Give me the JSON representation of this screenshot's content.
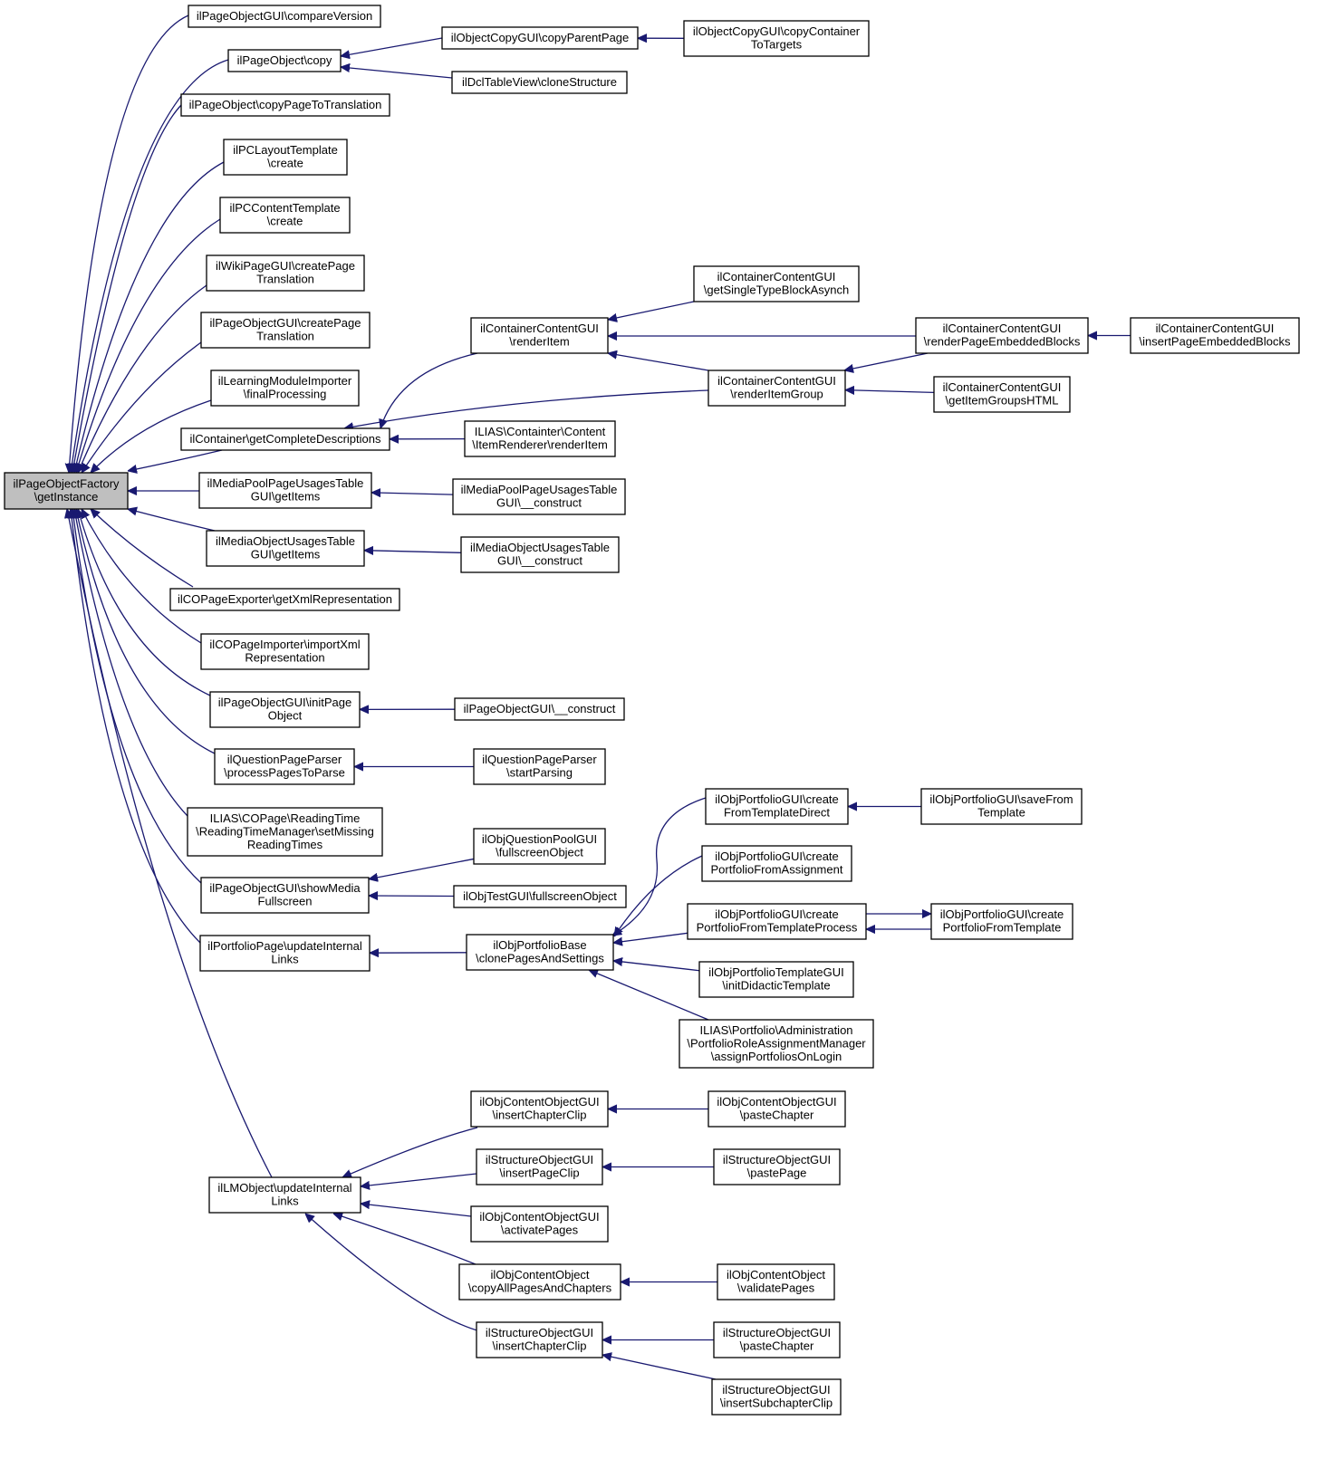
{
  "graph": {
    "nodes": [
      {
        "id": "root",
        "lines": [
          "ilPageObjectFactory",
          "\\getInstance"
        ],
        "highlight": true
      },
      {
        "id": "n1",
        "lines": [
          "ilPageObjectGUI\\compareVersion"
        ]
      },
      {
        "id": "n2",
        "lines": [
          "ilPageObject\\copy"
        ]
      },
      {
        "id": "n3",
        "lines": [
          "ilObjectCopyGUI\\copyParentPage"
        ]
      },
      {
        "id": "n4",
        "lines": [
          "ilObjectCopyGUI\\copyContainer",
          "ToTargets"
        ]
      },
      {
        "id": "n5",
        "lines": [
          "ilDclTableView\\cloneStructure"
        ]
      },
      {
        "id": "n6",
        "lines": [
          "ilPageObject\\copyPageToTranslation"
        ]
      },
      {
        "id": "n7",
        "lines": [
          "ilPCLayoutTemplate",
          "\\create"
        ]
      },
      {
        "id": "n8",
        "lines": [
          "ilPCContentTemplate",
          "\\create"
        ]
      },
      {
        "id": "n9",
        "lines": [
          "ilWikiPageGUI\\createPage",
          "Translation"
        ]
      },
      {
        "id": "n10",
        "lines": [
          "ilPageObjectGUI\\createPage",
          "Translation"
        ]
      },
      {
        "id": "n11",
        "lines": [
          "ilLearningModuleImporter",
          "\\finalProcessing"
        ]
      },
      {
        "id": "n12",
        "lines": [
          "ilContainer\\getCompleteDescriptions"
        ]
      },
      {
        "id": "n13",
        "lines": [
          "ilContainerContentGUI",
          "\\renderItem"
        ]
      },
      {
        "id": "n14",
        "lines": [
          "ilContainerContentGUI",
          "\\getSingleTypeBlockAsynch"
        ]
      },
      {
        "id": "n15",
        "lines": [
          "ilContainerContentGUI",
          "\\renderPageEmbeddedBlocks"
        ]
      },
      {
        "id": "n16",
        "lines": [
          "ilContainerContentGUI",
          "\\insertPageEmbeddedBlocks"
        ]
      },
      {
        "id": "n17",
        "lines": [
          "ilContainerContentGUI",
          "\\renderItemGroup"
        ]
      },
      {
        "id": "n18",
        "lines": [
          "ilContainerContentGUI",
          "\\getItemGroupsHTML"
        ]
      },
      {
        "id": "n19",
        "lines": [
          "ILIAS\\Containter\\Content",
          "\\ItemRenderer\\renderItem"
        ]
      },
      {
        "id": "n20",
        "lines": [
          "ilMediaPoolPageUsagesTable",
          "GUI\\getItems"
        ]
      },
      {
        "id": "n21",
        "lines": [
          "ilMediaPoolPageUsagesTable",
          "GUI\\__construct"
        ]
      },
      {
        "id": "n22",
        "lines": [
          "ilMediaObjectUsagesTable",
          "GUI\\getItems"
        ]
      },
      {
        "id": "n23",
        "lines": [
          "ilMediaObjectUsagesTable",
          "GUI\\__construct"
        ]
      },
      {
        "id": "n24",
        "lines": [
          "ilCOPageExporter\\getXmlRepresentation"
        ]
      },
      {
        "id": "n25",
        "lines": [
          "ilCOPageImporter\\importXml",
          "Representation"
        ]
      },
      {
        "id": "n26",
        "lines": [
          "ilPageObjectGUI\\initPage",
          "Object"
        ]
      },
      {
        "id": "n27",
        "lines": [
          "ilPageObjectGUI\\__construct"
        ]
      },
      {
        "id": "n28",
        "lines": [
          "ilQuestionPageParser",
          "\\processPagesToParse"
        ]
      },
      {
        "id": "n29",
        "lines": [
          "ilQuestionPageParser",
          "\\startParsing"
        ]
      },
      {
        "id": "n30",
        "lines": [
          "ILIAS\\COPage\\ReadingTime",
          "\\ReadingTimeManager\\setMissing",
          "ReadingTimes"
        ]
      },
      {
        "id": "n31",
        "lines": [
          "ilPageObjectGUI\\showMedia",
          "Fullscreen"
        ]
      },
      {
        "id": "n32",
        "lines": [
          "ilObjQuestionPoolGUI",
          "\\fullscreenObject"
        ]
      },
      {
        "id": "n33",
        "lines": [
          "ilObjTestGUI\\fullscreenObject"
        ]
      },
      {
        "id": "n34",
        "lines": [
          "ilPortfolioPage\\updateInternal",
          "Links"
        ]
      },
      {
        "id": "n35",
        "lines": [
          "ilObjPortfolioBase",
          "\\clonePagesAndSettings"
        ]
      },
      {
        "id": "n36",
        "lines": [
          "ilObjPortfolioGUI\\create",
          "FromTemplateDirect"
        ]
      },
      {
        "id": "n37",
        "lines": [
          "ilObjPortfolioGUI\\saveFrom",
          "Template"
        ]
      },
      {
        "id": "n38",
        "lines": [
          "ilObjPortfolioGUI\\create",
          "PortfolioFromAssignment"
        ]
      },
      {
        "id": "n39",
        "lines": [
          "ilObjPortfolioGUI\\create",
          "PortfolioFromTemplateProcess"
        ]
      },
      {
        "id": "n40",
        "lines": [
          "ilObjPortfolioGUI\\create",
          "PortfolioFromTemplate"
        ]
      },
      {
        "id": "n41",
        "lines": [
          "ilObjPortfolioTemplateGUI",
          "\\initDidacticTemplate"
        ]
      },
      {
        "id": "n42",
        "lines": [
          "ILIAS\\Portfolio\\Administration",
          "\\PortfolioRoleAssignmentManager",
          "\\assignPortfoliosOnLogin"
        ]
      },
      {
        "id": "n43",
        "lines": [
          "ilLMObject\\updateInternal",
          "Links"
        ]
      },
      {
        "id": "n44",
        "lines": [
          "ilObjContentObjectGUI",
          "\\insertChapterClip"
        ]
      },
      {
        "id": "n45",
        "lines": [
          "ilObjContentObjectGUI",
          "\\pasteChapter"
        ]
      },
      {
        "id": "n46",
        "lines": [
          "ilStructureObjectGUI",
          "\\insertPageClip"
        ]
      },
      {
        "id": "n47",
        "lines": [
          "ilStructureObjectGUI",
          "\\pastePage"
        ]
      },
      {
        "id": "n48",
        "lines": [
          "ilObjContentObjectGUI",
          "\\activatePages"
        ]
      },
      {
        "id": "n49",
        "lines": [
          "ilObjContentObject",
          "\\copyAllPagesAndChapters"
        ]
      },
      {
        "id": "n50",
        "lines": [
          "ilObjContentObject",
          "\\validatePages"
        ]
      },
      {
        "id": "n51",
        "lines": [
          "ilStructureObjectGUI",
          "\\insertChapterClip"
        ]
      },
      {
        "id": "n52",
        "lines": [
          "ilStructureObjectGUI",
          "\\pasteChapter"
        ]
      },
      {
        "id": "n53",
        "lines": [
          "ilStructureObjectGUI",
          "\\insertSubchapterClip"
        ]
      }
    ],
    "edges": [
      {
        "from": "n1",
        "to": "root"
      },
      {
        "from": "n2",
        "to": "root"
      },
      {
        "from": "n3",
        "to": "n2"
      },
      {
        "from": "n4",
        "to": "n3"
      },
      {
        "from": "n5",
        "to": "n2"
      },
      {
        "from": "n6",
        "to": "root"
      },
      {
        "from": "n7",
        "to": "root"
      },
      {
        "from": "n8",
        "to": "root"
      },
      {
        "from": "n9",
        "to": "root"
      },
      {
        "from": "n10",
        "to": "root"
      },
      {
        "from": "n11",
        "to": "root"
      },
      {
        "from": "n12",
        "to": "root"
      },
      {
        "from": "n13",
        "to": "n12"
      },
      {
        "from": "n14",
        "to": "n13"
      },
      {
        "from": "n15",
        "to": "n13"
      },
      {
        "from": "n16",
        "to": "n15"
      },
      {
        "from": "n17",
        "to": "n13"
      },
      {
        "from": "n15",
        "to": "n17"
      },
      {
        "from": "n18",
        "to": "n17"
      },
      {
        "from": "n17",
        "to": "n12"
      },
      {
        "from": "n19",
        "to": "n12"
      },
      {
        "from": "n20",
        "to": "root"
      },
      {
        "from": "n21",
        "to": "n20"
      },
      {
        "from": "n22",
        "to": "root"
      },
      {
        "from": "n23",
        "to": "n22"
      },
      {
        "from": "n24",
        "to": "root"
      },
      {
        "from": "n25",
        "to": "root"
      },
      {
        "from": "n26",
        "to": "root"
      },
      {
        "from": "n27",
        "to": "n26"
      },
      {
        "from": "n28",
        "to": "root"
      },
      {
        "from": "n29",
        "to": "n28"
      },
      {
        "from": "n30",
        "to": "root"
      },
      {
        "from": "n31",
        "to": "root"
      },
      {
        "from": "n32",
        "to": "n31"
      },
      {
        "from": "n33",
        "to": "n31"
      },
      {
        "from": "n34",
        "to": "root"
      },
      {
        "from": "n35",
        "to": "n34"
      },
      {
        "from": "n36",
        "to": "n35"
      },
      {
        "from": "n37",
        "to": "n36"
      },
      {
        "from": "n38",
        "to": "n35"
      },
      {
        "from": "n39",
        "to": "n35"
      },
      {
        "from": "n40",
        "to": "n39"
      },
      {
        "from": "n39",
        "to": "n40"
      },
      {
        "from": "n41",
        "to": "n35"
      },
      {
        "from": "n42",
        "to": "n35"
      },
      {
        "from": "n43",
        "to": "root"
      },
      {
        "from": "n44",
        "to": "n43"
      },
      {
        "from": "n45",
        "to": "n44"
      },
      {
        "from": "n46",
        "to": "n43"
      },
      {
        "from": "n47",
        "to": "n46"
      },
      {
        "from": "n48",
        "to": "n43"
      },
      {
        "from": "n49",
        "to": "n43"
      },
      {
        "from": "n50",
        "to": "n49"
      },
      {
        "from": "n51",
        "to": "n43"
      },
      {
        "from": "n52",
        "to": "n51"
      },
      {
        "from": "n53",
        "to": "n51"
      }
    ]
  },
  "colors": {
    "edge": "#191970",
    "highlight_fill": "#bfbfbf",
    "node_fill": "#ffffff",
    "node_stroke": "#000000"
  }
}
